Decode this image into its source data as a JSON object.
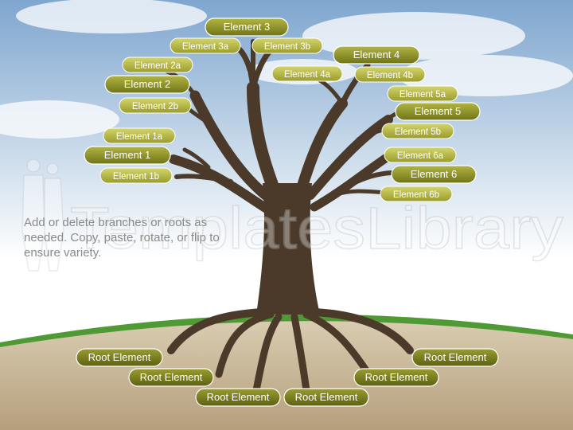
{
  "elements": {
    "e1": "Element 1",
    "e1a": "Element 1a",
    "e1b": "Element 1b",
    "e2": "Element 2",
    "e2a": "Element 2a",
    "e2b": "Element 2b",
    "e3": "Element 3",
    "e3a": "Element 3a",
    "e3b": "Element 3b",
    "e4": "Element 4",
    "e4a": "Element 4a",
    "e4b": "Element 4b",
    "e5": "Element 5",
    "e5a": "Element 5a",
    "e5b": "Element 5b",
    "e6": "Element 6",
    "e6a": "Element 6a",
    "e6b": "Element 6b"
  },
  "roots": [
    "Root Element",
    "Root Element",
    "Root Element",
    "Root Element",
    "Root Element",
    "Root Element"
  ],
  "instructions": "Add or delete branches or roots as needed. Copy, paste, rotate, or flip to ensure variety.",
  "watermark": "TemplatesLibrary",
  "colors": {
    "pill_main": "#8f9325",
    "pill_sub": "#b6b74a",
    "trunk": "#4b3a2a",
    "ground": "#c8b89a",
    "grass": "#4f9a34"
  }
}
